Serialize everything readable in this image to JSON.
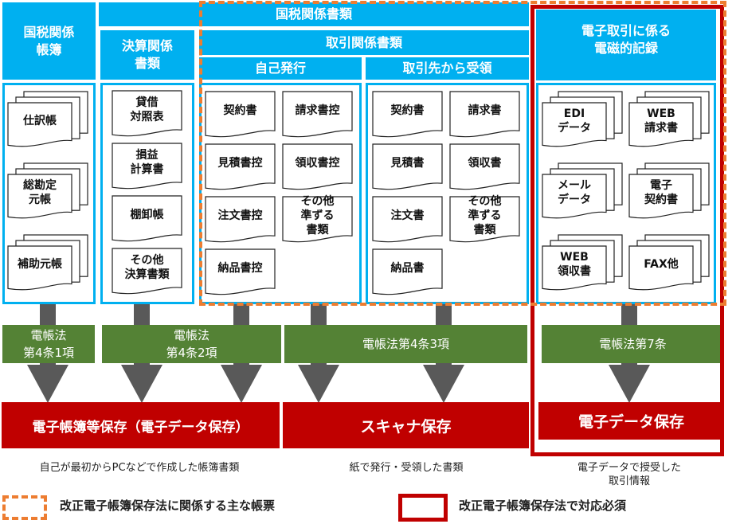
{
  "headers": {
    "kokuzei_chobo": "国税関係\n帳簿",
    "kokuzei_shorui": "国税関係書類",
    "kessan_shorui": "決算関係\n書類",
    "torihiki_shorui": "取引関係書類",
    "jiko_hakko": "自己発行",
    "torihikisaki_juryo": "取引先から受領",
    "denshi_torihiki": "電子取引に係る\n電磁的記録"
  },
  "documents": {
    "chobo": [
      "仕訳帳",
      "総勘定\n元帳",
      "補助元帳"
    ],
    "kessan": [
      "貸借\n対照表",
      "損益\n計算書",
      "棚卸帳",
      "その他\n決算書類"
    ],
    "jiko": [
      "契約書",
      "請求書控",
      "見積書控",
      "領収書控",
      "注文書控",
      "その他\n準ずる\n書類",
      "納品書控"
    ],
    "juryo": [
      "契約書",
      "請求書",
      "見積書",
      "領収書",
      "注文書",
      "その他\n準ずる\n書類",
      "納品書"
    ],
    "denshi": [
      "EDI\nデータ",
      "WEB\n請求書",
      "メール\nデータ",
      "電子\n契約書",
      "WEB\n領収書",
      "FAX他"
    ]
  },
  "laws": [
    "電帳法\n第4条1項",
    "電帳法\n第4条2項",
    "電帳法第4条3項",
    "電帳法第7条"
  ],
  "storage": [
    "電子帳簿等保存（電子データ保存）",
    "スキャナ保存",
    "電子データ保存"
  ],
  "notes": [
    "自己が最初からPCなどで作成した帳簿書類",
    "紙で発行・受領した書類",
    "電子データで授受した\n取引情報"
  ],
  "legend": {
    "orange_dashed": "改正電子帳簿保存法に関係する主な帳票",
    "red_solid": "改正電子帳簿保存法で対応必須"
  },
  "colors": {
    "blue": "#00b0f0",
    "green": "#548235",
    "red": "#c00000",
    "orange": "#ed7d31",
    "arrow": "#595959"
  }
}
